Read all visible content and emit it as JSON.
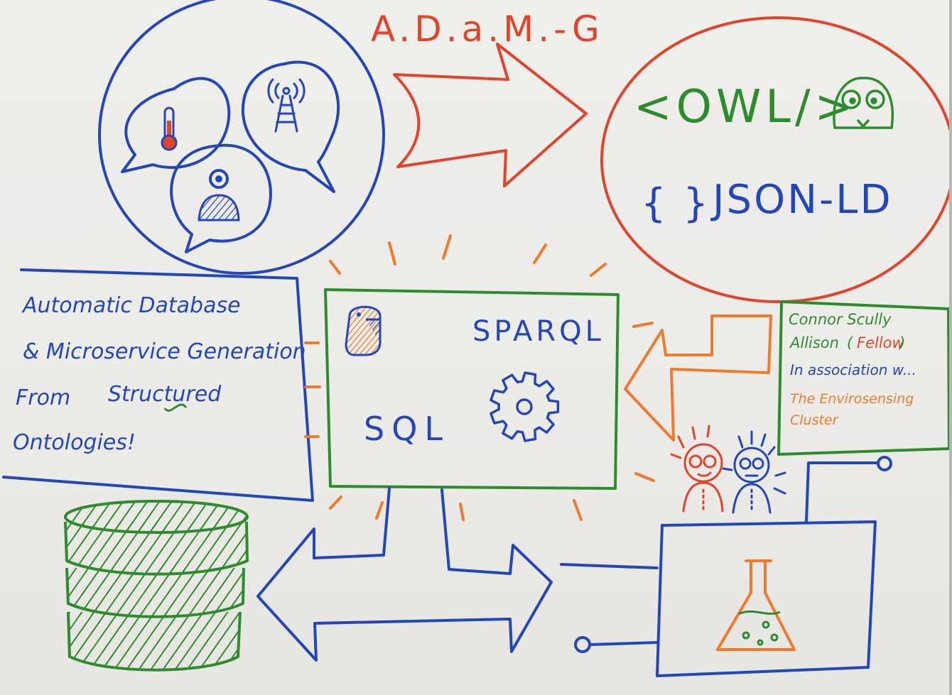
{
  "title": "A.D.a.M.-G",
  "formats": {
    "owl": "<OWL/>",
    "json_braces": "{ }",
    "json_ld": "JSON-LD"
  },
  "description": {
    "line1": "Automatic Database",
    "line2": "& Microservice Generation",
    "line3_from": "From",
    "line3_structured": "Structured",
    "line4": "Ontologies!"
  },
  "engine": {
    "sparql": "SPARQL",
    "sql": "SQL"
  },
  "credits": {
    "author": "Connor Scully",
    "second_name": "Allison",
    "second_role_open": "(",
    "second_role": "Fellow",
    "second_role_close": ")",
    "association": "In association w...",
    "org_line1": "The Envirosensing",
    "org_line2": "Cluster"
  },
  "icons": [
    "thermometer-icon",
    "radio-tower-icon",
    "person-icon",
    "owl-icon",
    "python-logo-icon",
    "gear-icon",
    "database-icon",
    "flask-icon"
  ],
  "colors": {
    "blue": "#2347b9",
    "green": "#2f8c2e",
    "red": "#e0442b",
    "orange": "#ef7a2c"
  }
}
